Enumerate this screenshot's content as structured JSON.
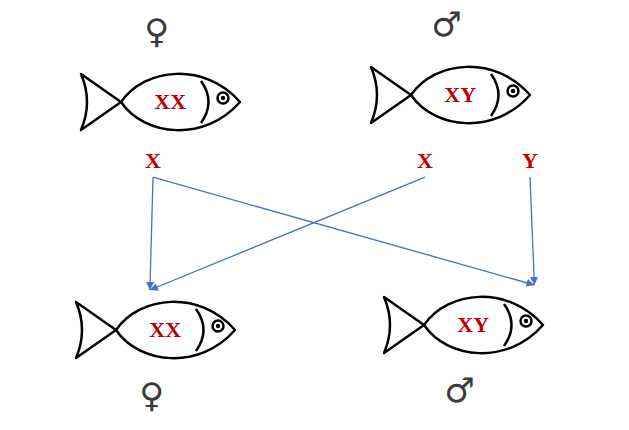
{
  "diagram": {
    "nodes": [
      {
        "text": [
          "♀",
          "XX"
        ]
      },
      {
        "text": [
          "♂",
          "XY"
        ]
      },
      {
        "text": [
          "X"
        ]
      },
      {
        "text": [
          "X"
        ]
      },
      {
        "text": [
          "Y"
        ]
      },
      {
        "text": [
          "XX",
          "♀"
        ]
      },
      {
        "text": [
          "XY",
          "♂"
        ]
      }
    ],
    "edges": [
      {
        "from": 2,
        "to": 5,
        "arrow": "to"
      },
      {
        "from": 2,
        "to": 6,
        "arrow": "to"
      },
      {
        "from": 3,
        "to": 5,
        "arrow": "to"
      },
      {
        "from": 4,
        "to": 6,
        "arrow": "to"
      }
    ]
  }
}
